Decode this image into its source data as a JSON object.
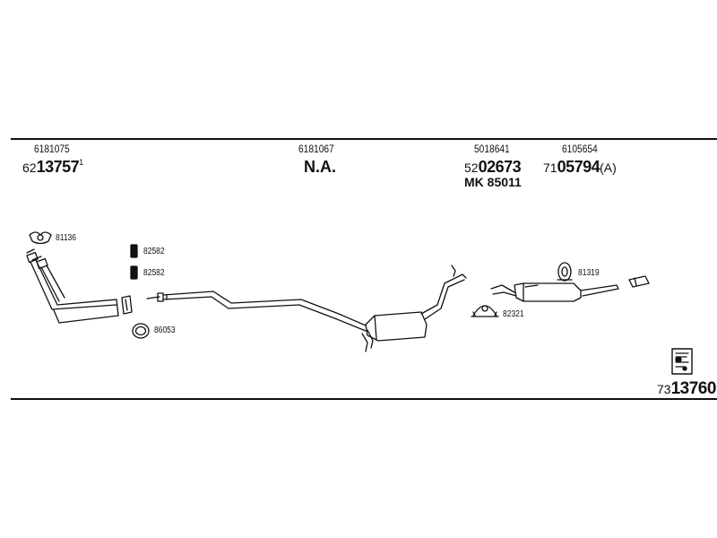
{
  "columns": [
    {
      "oem": "6181075",
      "prefix": "62",
      "code": "13757",
      "note": "1"
    },
    {
      "oem": "6181067",
      "na": "N.A."
    },
    {
      "oem": "5018641",
      "prefix": "52",
      "code": "02673",
      "kit": "MK  85011"
    },
    {
      "oem": "6105654",
      "prefix": "71",
      "code": "05794",
      "suffix": "(A)"
    }
  ],
  "parts": [
    {
      "label": "81136",
      "icon": "gasket-icon"
    },
    {
      "label": "82582",
      "icon": "rubber-mount-icon"
    },
    {
      "label": "82582",
      "icon": "rubber-mount-icon"
    },
    {
      "label": "86053",
      "icon": "seal-ring-icon"
    },
    {
      "label": "82321",
      "icon": "clamp-icon"
    },
    {
      "label": "81319",
      "icon": "hanger-icon"
    }
  ],
  "footer": {
    "prefix": "73",
    "code": "13760",
    "icon": "catalog-book-icon"
  }
}
